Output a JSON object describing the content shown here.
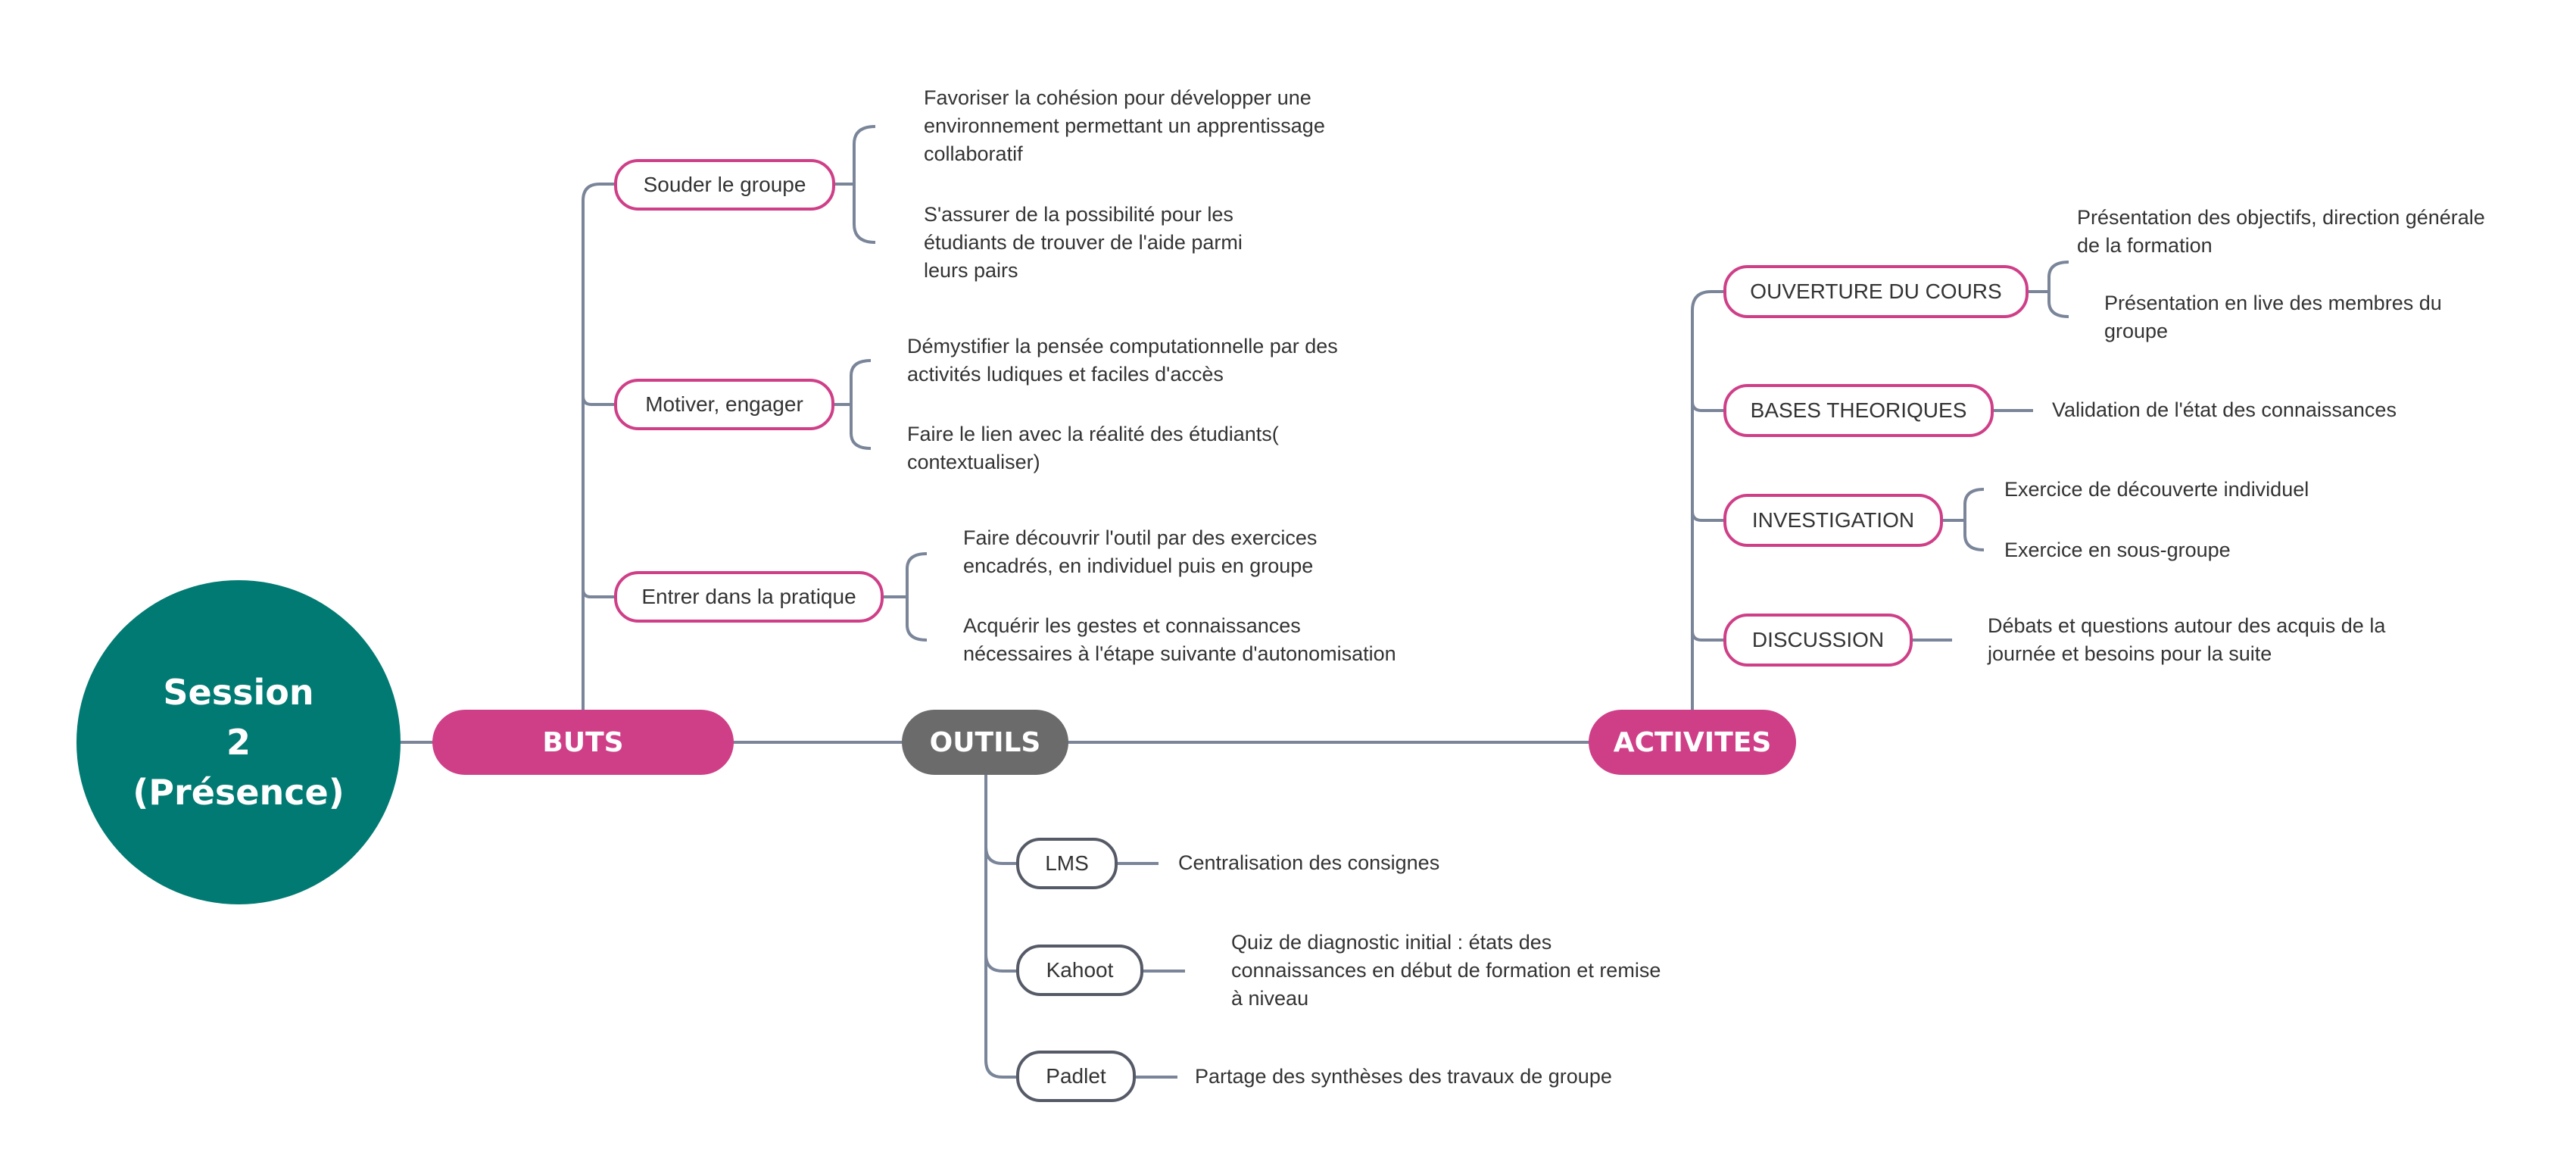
{
  "root": {
    "label": "Session\n2\n(Présence)"
  },
  "buts": {
    "label": "BUTS",
    "items": [
      {
        "label": "Souder le groupe",
        "details": [
          "Favoriser la cohésion pour développer une\nenvironnement permettant un apprentissage\ncollaboratif",
          "S'assurer de la possibilité pour les\nétudiants de trouver de l'aide parmi\nleurs pairs"
        ]
      },
      {
        "label": "Motiver, engager",
        "details": [
          "Démystifier la pensée computationnelle par des\nactivités ludiques et faciles d'accès",
          "Faire le lien avec la réalité des étudiants(\ncontextualiser)"
        ]
      },
      {
        "label": "Entrer dans la pratique",
        "details": [
          "Faire découvrir l'outil par des exercices\nencadrés, en individuel puis en groupe",
          "Acquérir les gestes et connaissances\nnécessaires à l'étape suivante d'autonomisation"
        ]
      }
    ]
  },
  "outils": {
    "label": "OUTILS",
    "items": [
      {
        "label": "LMS",
        "detail": "Centralisation des consignes"
      },
      {
        "label": "Kahoot",
        "detail": "Quiz de diagnostic initial : états des\nconnaissances en début de formation et remise\nà niveau"
      },
      {
        "label": "Padlet",
        "detail": "Partage des synthèses des travaux de groupe"
      }
    ]
  },
  "activites": {
    "label": "ACTIVITES",
    "items": [
      {
        "label": "OUVERTURE DU COURS",
        "details": [
          "Présentation des objectifs, direction générale\nde la formation",
          "Présentation en live des membres du\ngroupe"
        ]
      },
      {
        "label": "BASES THEORIQUES",
        "details": [
          "Validation de l'état des connaissances"
        ]
      },
      {
        "label": "INVESTIGATION",
        "details": [
          "Exercice de découverte individuel",
          "Exercice en sous-groupe"
        ]
      },
      {
        "label": "DISCUSSION",
        "details": [
          "Débats et questions autour des acquis de la\njournée et besoins pour la suite"
        ]
      }
    ]
  },
  "colors": {
    "root": "#007a72",
    "accent": "#cf3f88",
    "tools": "#6b6b6b",
    "connector": "#7a8599"
  }
}
